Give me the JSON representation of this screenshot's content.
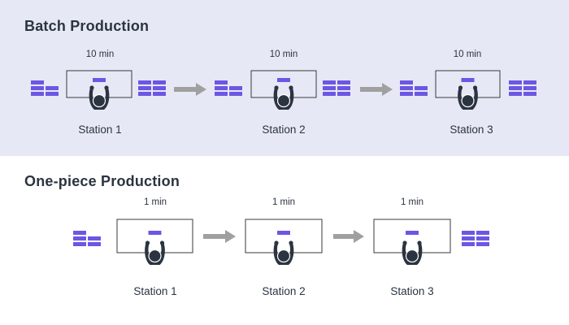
{
  "colors": {
    "batch_background": "#e6e9f5",
    "one_piece_background": "#ffffff",
    "item": "#6b57e3",
    "operator": "#2b3440",
    "arrow": "#a0a0a0",
    "table_outline": "#3a3a3a",
    "text": "#2b3440"
  },
  "icons": {
    "work_item": "work-item-icon",
    "operator": "operator-icon",
    "flow_arrow": "arrow-right-icon",
    "workstation": "workstation-table-icon"
  },
  "batch": {
    "title": "Batch Production",
    "stations": [
      {
        "name": "Station 1",
        "time": "10 min"
      },
      {
        "name": "Station 2",
        "time": "10 min"
      },
      {
        "name": "Station 3",
        "time": "10 min"
      }
    ]
  },
  "one_piece": {
    "title": "One-piece Production",
    "stations": [
      {
        "name": "Station 1",
        "time": "1 min"
      },
      {
        "name": "Station 2",
        "time": "1 min"
      },
      {
        "name": "Station 3",
        "time": "1 min"
      }
    ]
  }
}
